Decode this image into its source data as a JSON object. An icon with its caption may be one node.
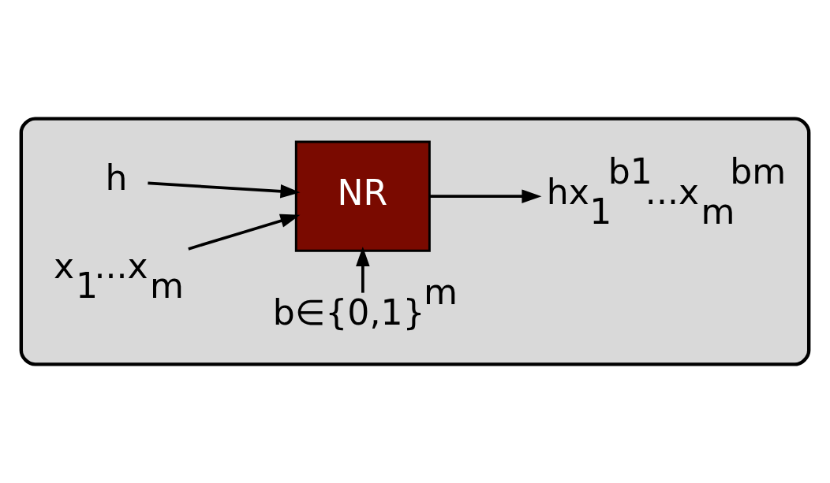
{
  "diagram": {
    "nodes": [
      {
        "text": [],
        "shape": "box"
      },
      {
        "text": [
          "b∈{0,1}$^{m}$"
        ],
        "in": 0
      },
      {
        "text": [
          "h"
        ],
        "in": 0
      },
      {
        "text": [
          "NR"
        ],
        "in": 0
      },
      {
        "text": [
          "x$_{1}$...x$_{m}$"
        ],
        "in": 0
      },
      {
        "text": [
          "hx$_{1}$$^{b1}$...x$_{m}$$^{bm}$"
        ],
        "in": 0
      }
    ],
    "edges": [
      {
        "from": 1,
        "to": 3,
        "arrow": "to"
      },
      {
        "from": 2,
        "to": 3,
        "arrow": "to"
      },
      {
        "from": 4,
        "to": 3,
        "arrow": "to"
      },
      {
        "from": 3,
        "to": 5,
        "arrow": "to"
      }
    ]
  }
}
